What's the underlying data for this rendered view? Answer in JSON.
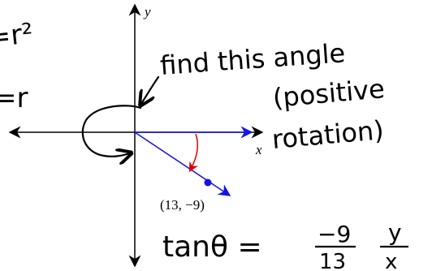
{
  "axes": {
    "x_label": "x",
    "y_label": "y"
  },
  "point": {
    "label": "(13, −9)"
  },
  "handwriting": {
    "fragment_top": "=r²",
    "fragment_mid": "=r",
    "note_line1": "find this angle",
    "note_line2": "(positive",
    "note_line3": "rotation)",
    "equation_lhs": "tanθ =",
    "fraction_num": "−9",
    "fraction_den": "13",
    "ratio_num": "y",
    "ratio_den": "x"
  },
  "colors": {
    "axis": "#000000",
    "ray": "#1414e6",
    "angle_arc": "#e00000",
    "ink": "#000000",
    "point": "#1414e6"
  }
}
